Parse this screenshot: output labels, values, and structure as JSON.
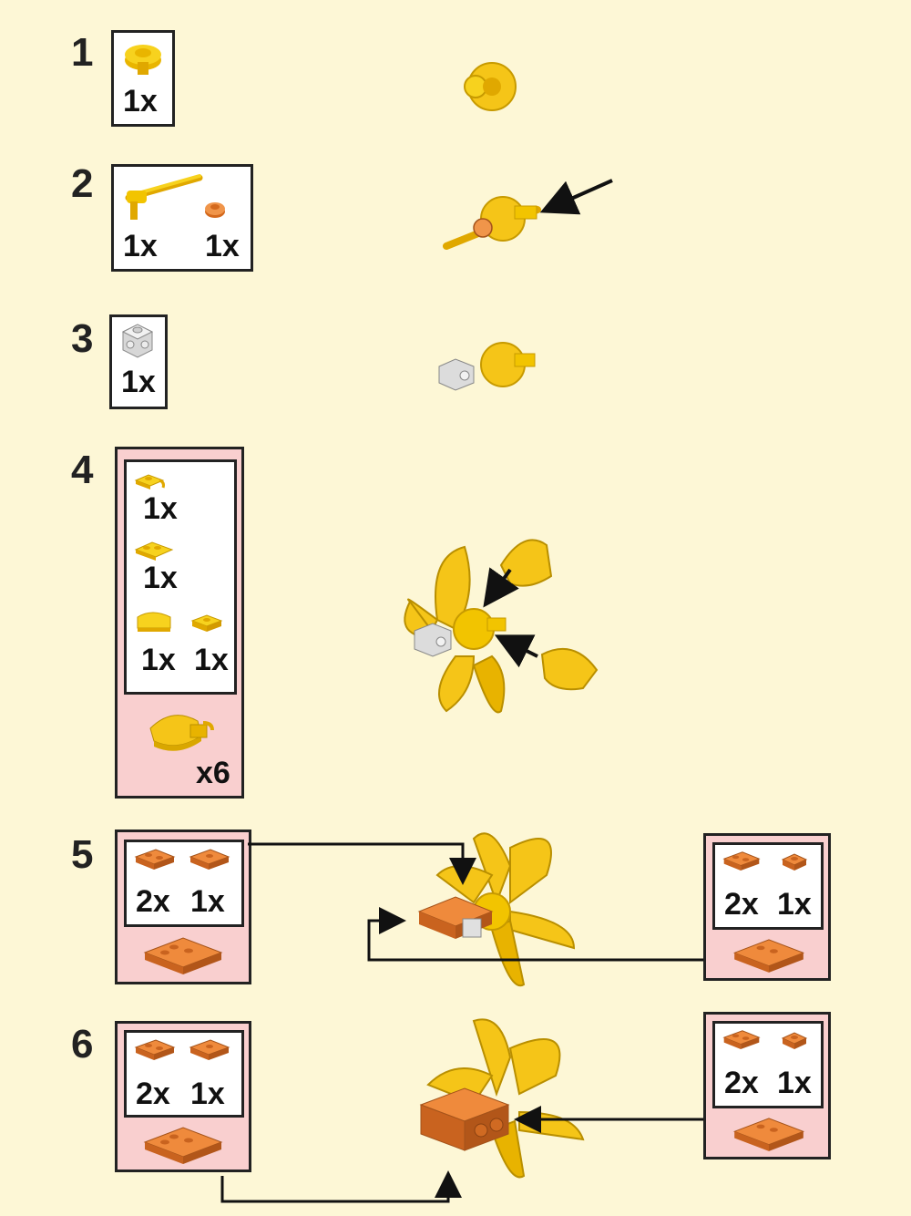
{
  "steps": [
    {
      "number": "1",
      "parts": [
        {
          "qty": "1x",
          "icon": "yellow-flower-plate-icon"
        }
      ]
    },
    {
      "number": "2",
      "parts": [
        {
          "qty": "1x",
          "icon": "yellow-bar-holder-icon"
        },
        {
          "qty": "1x",
          "icon": "orange-round-plate-icon"
        }
      ]
    },
    {
      "number": "3",
      "parts": [
        {
          "qty": "1x",
          "icon": "white-brick-studs-icon"
        }
      ]
    },
    {
      "number": "4",
      "parts": [
        {
          "qty": "1x",
          "icon": "yellow-plate-clip-icon"
        },
        {
          "qty": "1x",
          "icon": "yellow-plate-bar-icon"
        },
        {
          "qty": "1x",
          "icon": "yellow-curved-slope-icon"
        },
        {
          "qty": "1x",
          "icon": "yellow-tile-icon"
        }
      ],
      "submodel_multiplier": "x6"
    },
    {
      "number": "5",
      "left_parts": [
        {
          "qty": "2x",
          "icon": "orange-plate-1x2-icon"
        },
        {
          "qty": "1x",
          "icon": "orange-jumper-plate-icon"
        }
      ],
      "right_parts": [
        {
          "qty": "2x",
          "icon": "orange-plate-1x2-icon"
        },
        {
          "qty": "1x",
          "icon": "orange-plate-1x1-icon"
        }
      ]
    },
    {
      "number": "6",
      "left_parts": [
        {
          "qty": "2x",
          "icon": "orange-plate-1x2-icon"
        },
        {
          "qty": "1x",
          "icon": "orange-jumper-plate-icon"
        }
      ],
      "right_parts": [
        {
          "qty": "2x",
          "icon": "orange-plate-1x2-icon"
        },
        {
          "qty": "1x",
          "icon": "orange-plate-1x1-icon"
        }
      ]
    }
  ],
  "colors": {
    "background": "#fdf7d6",
    "submodel_panel": "#f9cfcf",
    "brick_yellow": "#f5c518",
    "brick_orange": "#e07a2a",
    "brick_white": "#e8e8e8"
  }
}
